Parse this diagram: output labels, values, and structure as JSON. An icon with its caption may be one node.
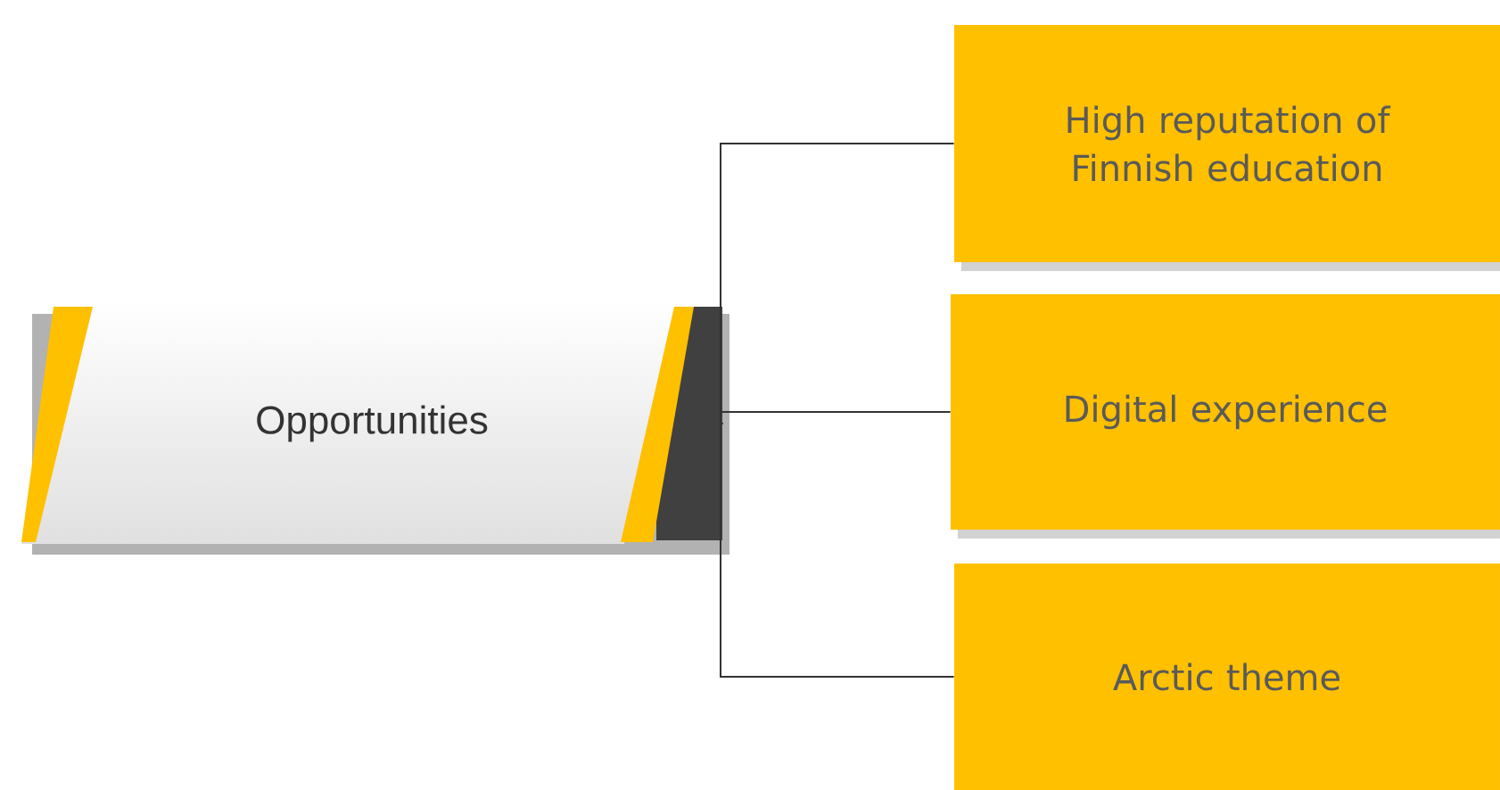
{
  "diagram": {
    "nodes": [
      {
        "text": [
          "Opportunities"
        ]
      },
      {
        "text": [
          "High reputation of Finnish education"
        ]
      },
      {
        "text": [
          "Digital experience"
        ]
      },
      {
        "text": [
          "Arctic theme"
        ]
      }
    ],
    "edges": [
      {
        "from": 0,
        "to": 1,
        "arrow": "none"
      },
      {
        "from": 0,
        "to": 2,
        "arrow": "none"
      },
      {
        "from": 0,
        "to": 3,
        "arrow": "none"
      }
    ]
  }
}
